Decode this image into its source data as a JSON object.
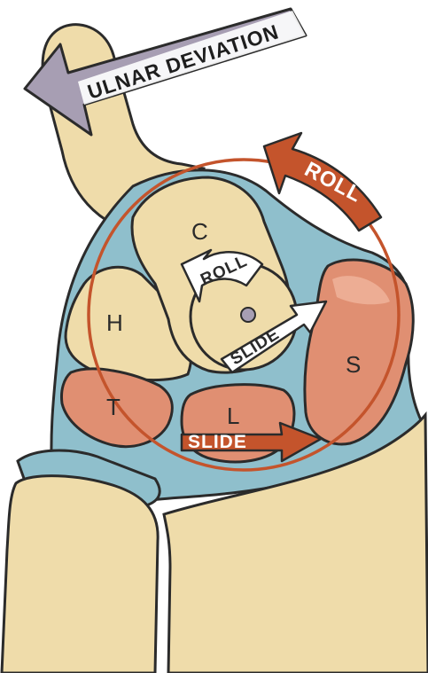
{
  "labels": {
    "ulnar_deviation": "ULNAR DEVIATION",
    "roll_outer": "ROLL",
    "roll_inner": "ROLL",
    "slide_inner": "SLIDE",
    "slide_bottom": "SLIDE",
    "bone_c": "C",
    "bone_h": "H",
    "bone_s": "S",
    "bone_t": "T",
    "bone_l": "L"
  },
  "colors": {
    "bone_beige": "#efdcaa",
    "bone_salmon": "#e08f72",
    "ligament_blue": "#8fbfcc",
    "rust_accent": "#c4542c",
    "deviation_arrow": "#a79eb3",
    "outline": "#2b2b2b"
  }
}
